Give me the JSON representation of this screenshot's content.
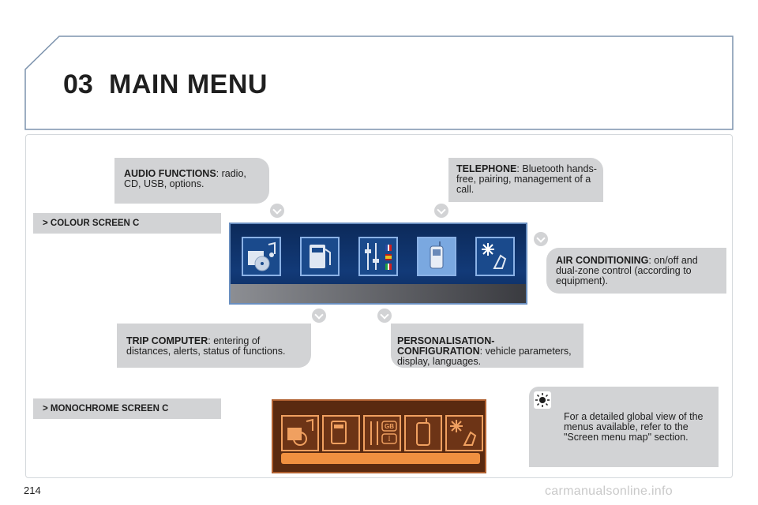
{
  "header": {
    "chapter": "03",
    "title": "MAIN MENU"
  },
  "callouts": {
    "audio": {
      "bold": "AUDIO FUNCTIONS",
      "text": ": radio, CD, USB, options."
    },
    "telephone": {
      "bold": "TELEPHONE",
      "text": ": Bluetooth hands-free, pairing, management of a call."
    },
    "air": {
      "bold": "AIR CONDITIONING",
      "text": ": on/off and dual-zone control (according to equipment)."
    },
    "trip": {
      "bold": "TRIP COMPUTER",
      "text": ": entering of distances, alerts, status of functions."
    },
    "perso": {
      "bold": "PERSONALISATION-CONFIGURATION",
      "text": ": vehicle parameters, display, languages."
    },
    "note": {
      "text": "For a detailed global view of the menus available, refer to the \"Screen menu map\" section."
    }
  },
  "sections": {
    "colour": "> COLOUR SCREEN C",
    "mono": "> MONOCHROME SCREEN C"
  },
  "mono_screen": {
    "flag_label": "GB",
    "language_label": "I"
  },
  "footer": {
    "page_number": "214",
    "watermark": "carmanualsonline.info"
  },
  "colors": {
    "callout_bg": "#d2d3d5",
    "colour_screen_bg": "#123a78",
    "mono_screen_bg": "#5a2a10",
    "mono_accent": "#f09040"
  },
  "icons": [
    "audio-icon",
    "trip-computer-icon",
    "personalisation-icon",
    "telephone-icon",
    "air-conditioning-icon"
  ]
}
